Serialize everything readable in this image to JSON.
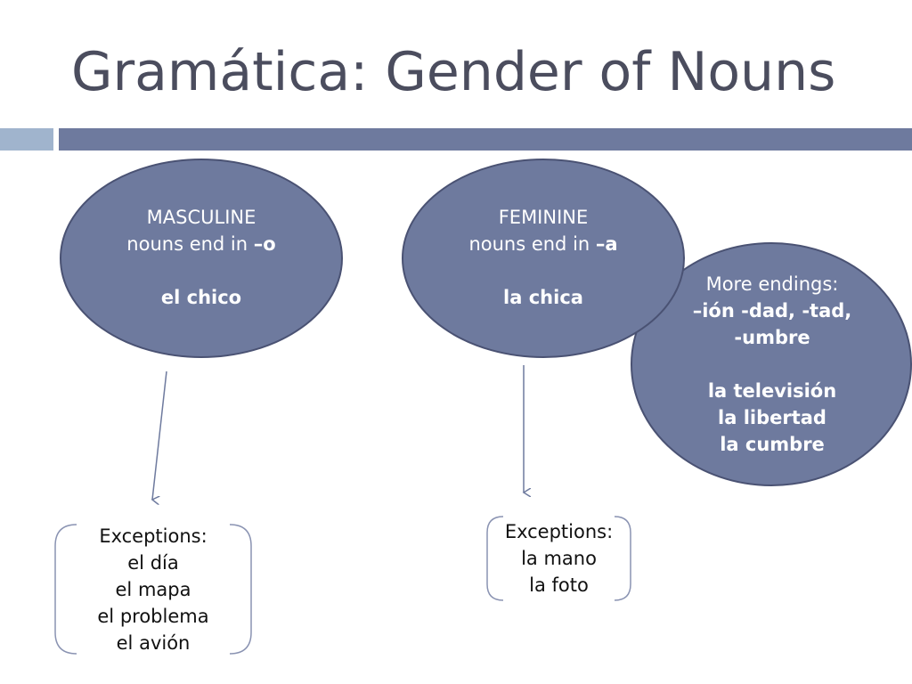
{
  "slide": {
    "title": "Gramática: Gender of Nouns"
  },
  "masculine": {
    "heading": "MASCULINE",
    "rule_prefix": "nouns end in ",
    "rule_ending": "–o",
    "example": "el chico"
  },
  "feminine": {
    "heading": "FEMININE",
    "rule_prefix": "nouns end in ",
    "rule_ending": "–a",
    "example": "la chica"
  },
  "more_endings": {
    "heading": "More endings:",
    "endings_line1": "–ión -dad, -tad,",
    "endings_line2": "-umbre",
    "examples": [
      "la televisión",
      "la libertad",
      "la cumbre"
    ]
  },
  "masculine_exceptions": {
    "heading": "Exceptions:",
    "items": [
      "el día",
      "el mapa",
      "el problema",
      "el avión"
    ]
  },
  "feminine_exceptions": {
    "heading": "Exceptions:",
    "items": [
      "la mano",
      "la foto"
    ]
  },
  "colors": {
    "ellipse_fill": "#6e7a9e",
    "ellipse_stroke": "#4a5273",
    "title": "#4b4d5e",
    "accent_light": "#a0b4cd",
    "bracket": "#8a93b2",
    "arrow": "#6e7a9e"
  }
}
